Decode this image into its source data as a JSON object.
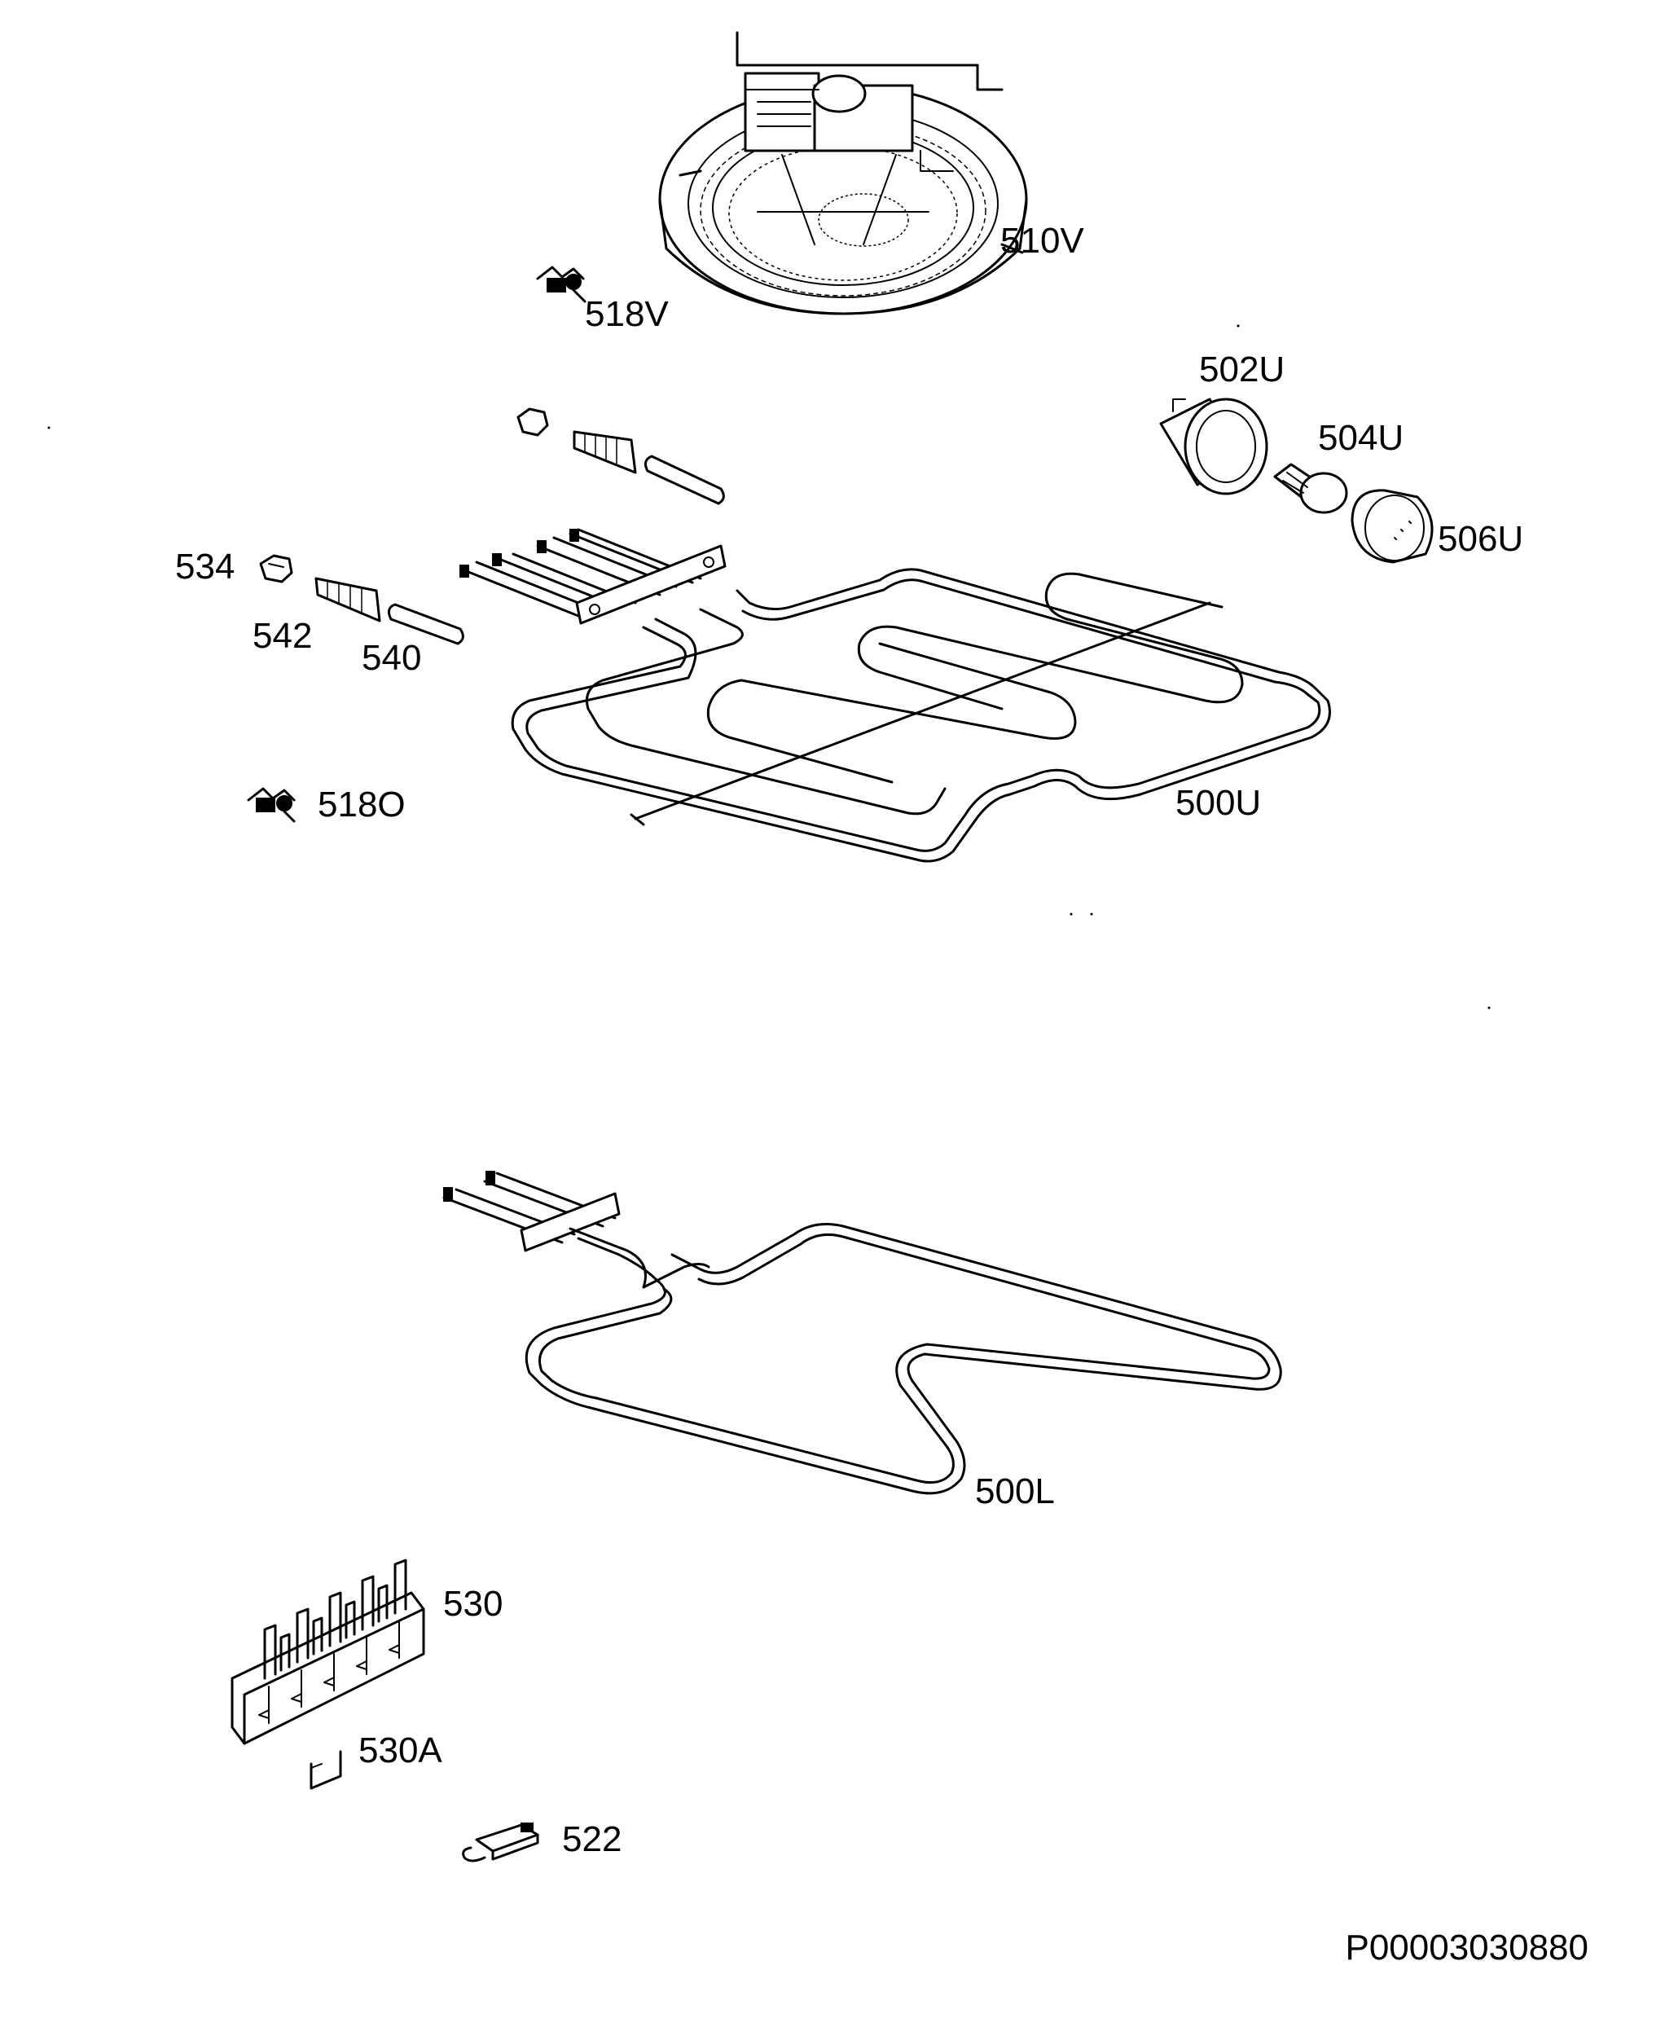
{
  "parts": {
    "p510V": "510V",
    "p518V": "518V",
    "p502U": "502U",
    "p504U": "504U",
    "p506U": "506U",
    "p534": "534",
    "p542": "542",
    "p540": "540",
    "p518O": "518O",
    "p500U": "500U",
    "p500L": "500L",
    "p530": "530",
    "p530A": "530A",
    "p522": "522"
  },
  "document_id": "P00003030880"
}
